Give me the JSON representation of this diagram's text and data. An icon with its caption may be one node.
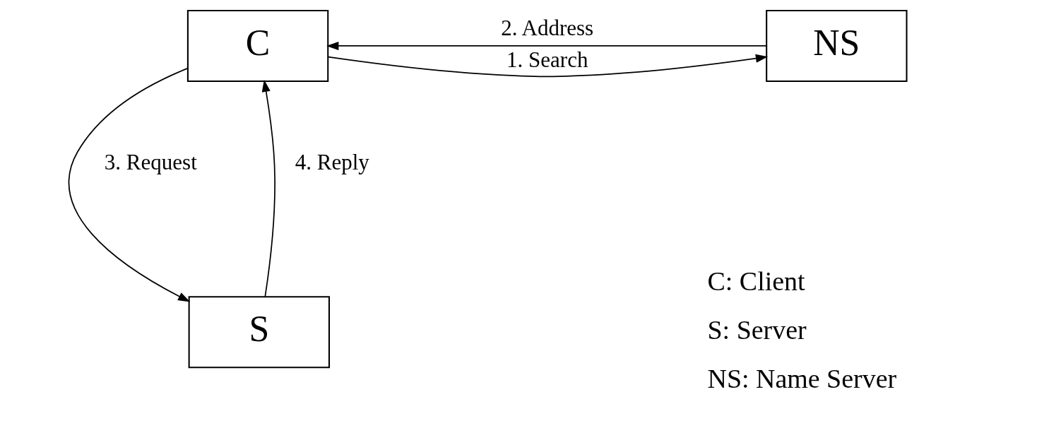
{
  "diagram": {
    "nodes": [
      {
        "text": [
          "C"
        ]
      },
      {
        "text": [
          "NS"
        ]
      },
      {
        "text": [
          "S"
        ]
      }
    ],
    "edges": [
      {
        "from": 0,
        "to": 1,
        "arrow": "to",
        "label": "1. Search"
      },
      {
        "from": 1,
        "to": 0,
        "arrow": "to",
        "label": "2. Address"
      },
      {
        "from": 0,
        "to": 2,
        "arrow": "to",
        "label": "3. Request"
      },
      {
        "from": 2,
        "to": 0,
        "arrow": "to",
        "label": "4. Reply"
      }
    ],
    "labels": [
      "C: Client",
      "S: Server",
      "NS: Name Server"
    ]
  }
}
